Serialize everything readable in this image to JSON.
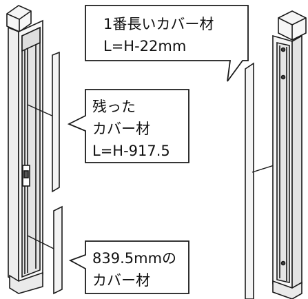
{
  "callouts": {
    "longest_cover": {
      "line1": "1番長いカバー材",
      "line2": "L=H-22mm"
    },
    "remaining_cover": {
      "line1": "残った",
      "line2": "カバー材",
      "line3": "L=H-917.5"
    },
    "short_cover": {
      "line1": "839.5mmの",
      "line2": "カバー材"
    }
  },
  "colors": {
    "line": "#1a1a1a",
    "post_fill": "#f2f2f2",
    "post_shade": "#d9d9d9",
    "groove": "#6b6b6b"
  }
}
